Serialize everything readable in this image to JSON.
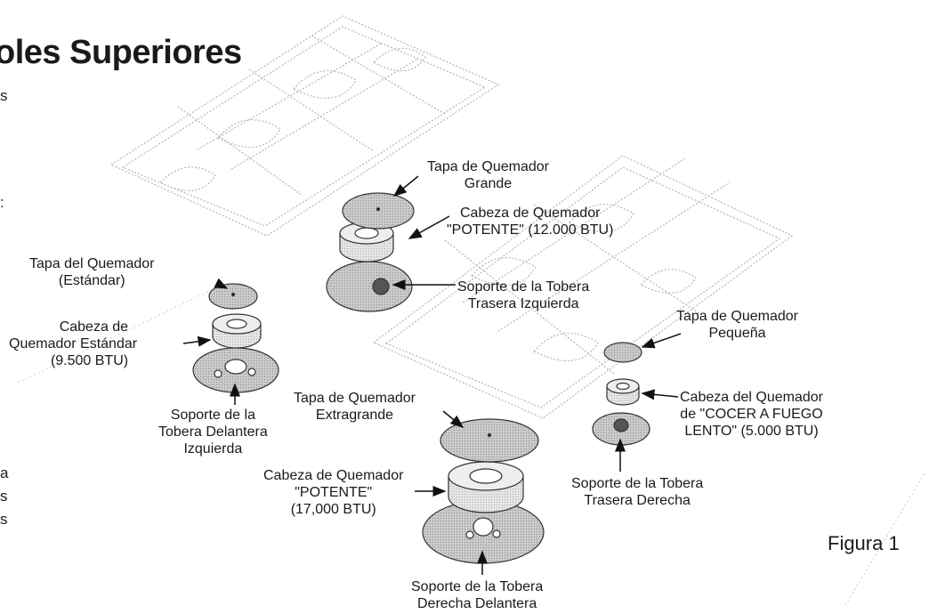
{
  "heading": {
    "title": "oles Superiores",
    "fragments": [
      "s",
      ":",
      "a",
      "s",
      "s"
    ]
  },
  "figure_label": "Figura 1",
  "labels": {
    "standard_cap": [
      "Tapa del Quemador",
      "(Estándar)"
    ],
    "standard_head": [
      "Cabeza de",
      "Quemador Estándar",
      "(9.500 BTU)"
    ],
    "front_left_support": [
      "Soporte de la",
      "Tobera Delantera",
      "Izquierda"
    ],
    "large_cap": [
      "Tapa de Quemador",
      "Grande"
    ],
    "power_head_12k": [
      "Cabeza de Quemador",
      "\"POTENTE\" (12.000 BTU)"
    ],
    "rear_left_support": [
      "Soporte de la Tobera",
      "Trasera Izquierda"
    ],
    "small_cap": [
      "Tapa de Quemador",
      "Pequeña"
    ],
    "simmer_head": [
      "Cabeza del Quemador",
      "de \"COCER A FUEGO",
      "LENTO\" (5.000 BTU)"
    ],
    "rear_right_support": [
      "Soporte de la Tobera",
      "Trasera Derecha"
    ],
    "xl_cap": [
      "Tapa de Quemador",
      "Extragrande"
    ],
    "power_head_17k": [
      "Cabeza de Quemador",
      "\"POTENTE\"",
      "(17,000 BTU)"
    ],
    "front_right_support": [
      "Soporte de la Tobera",
      "Derecha Delantera"
    ]
  }
}
